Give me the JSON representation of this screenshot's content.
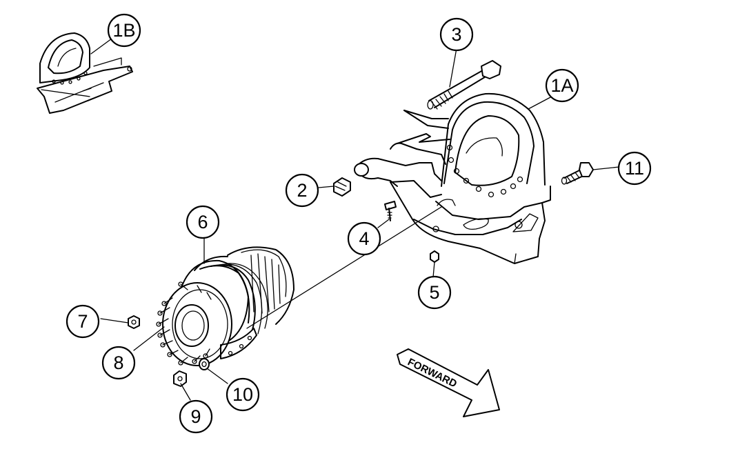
{
  "callouts": [
    {
      "id": "1B",
      "label": "1B"
    },
    {
      "id": "3",
      "label": "3"
    },
    {
      "id": "1A",
      "label": "1A"
    },
    {
      "id": "2",
      "label": "2"
    },
    {
      "id": "11",
      "label": "11"
    },
    {
      "id": "4",
      "label": "4"
    },
    {
      "id": "6",
      "label": "6"
    },
    {
      "id": "5",
      "label": "5"
    },
    {
      "id": "7",
      "label": "7"
    },
    {
      "id": "8",
      "label": "8"
    },
    {
      "id": "10",
      "label": "10"
    },
    {
      "id": "9",
      "label": "9"
    }
  ],
  "direction_arrow": {
    "label": "FORWARD"
  }
}
